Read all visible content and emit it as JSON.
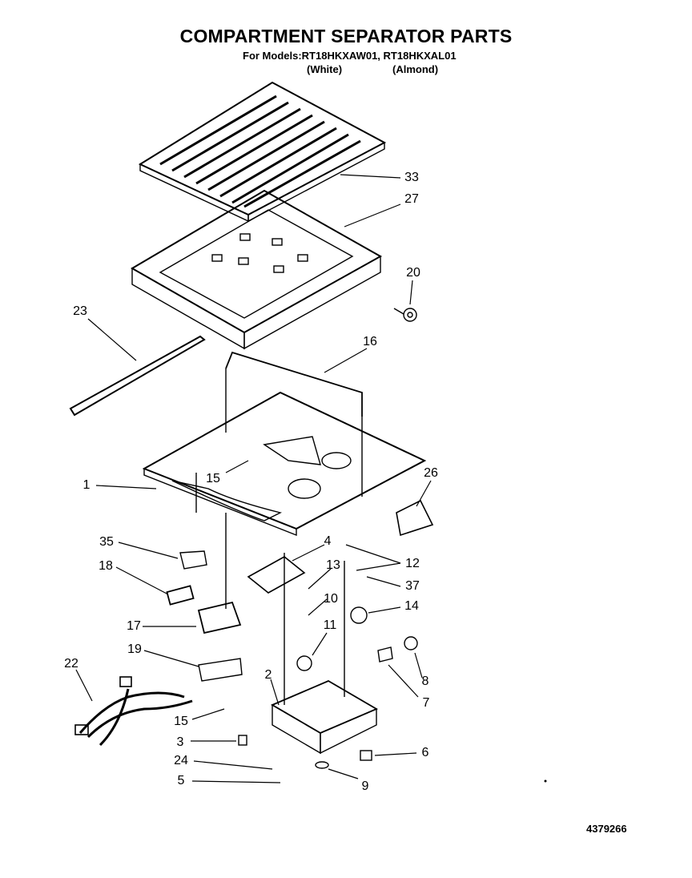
{
  "header": {
    "title": "COMPARTMENT SEPARATOR PARTS",
    "models_line": "For Models:RT18HKXAW01, RT18HKXAL01",
    "color_white": "(White)",
    "color_almond": "(Almond)"
  },
  "callouts": {
    "c33": "33",
    "c27": "27",
    "c20": "20",
    "c23": "23",
    "c16": "16",
    "c1": "1",
    "c15a": "15",
    "c26": "26",
    "c35": "35",
    "c4": "4",
    "c12": "12",
    "c18": "18",
    "c13": "13",
    "c37": "37",
    "c10": "10",
    "c14": "14",
    "c17": "17",
    "c11": "11",
    "c19": "19",
    "c8": "8",
    "c22": "22",
    "c2": "2",
    "c7": "7",
    "c15b": "15",
    "c3": "3",
    "c6": "6",
    "c24": "24",
    "c5": "5",
    "c9": "9"
  },
  "document_number": "4379266"
}
